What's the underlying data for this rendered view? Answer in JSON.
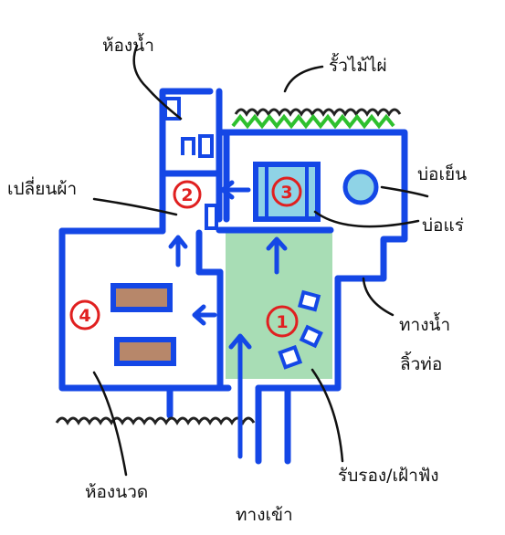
{
  "labels": {
    "toilet": "ห้องน้ำ",
    "bamboo_fence": "รั้วไม้ไผ่",
    "changing_room": "เปลี่ยนผ้า",
    "well": "บ่อเย็น",
    "mineral_pool": "บ่อแร่",
    "drain": "ทางน้ำ",
    "drain_sub": "ลิ้วท่อ",
    "exhibition_room": "ห้องนวด",
    "reception": "รับรอง/เฝ้าฟัง",
    "entrance": "ทางเข้า"
  },
  "stations": [
    "1",
    "2",
    "3",
    "4"
  ],
  "colors": {
    "wall": "#1447e6",
    "marker": "#e02020",
    "reception_fill": "#a8ddb5",
    "pool_fill": "#8fd3e6",
    "bed_fill": "#b7876a",
    "hedge": "#2ec02e"
  }
}
